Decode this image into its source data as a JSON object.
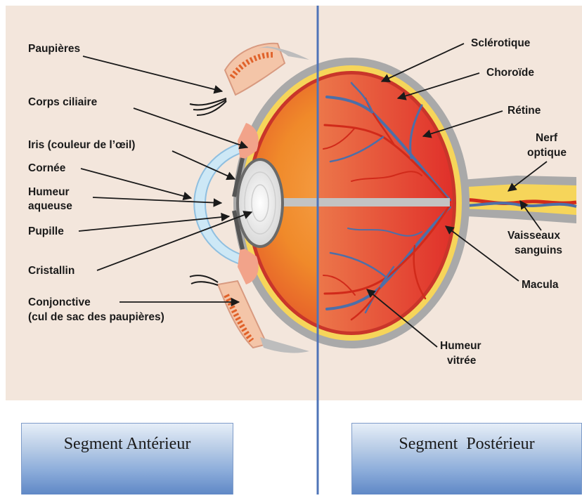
{
  "diagram": {
    "labels_left": {
      "paupieres": "Paupières",
      "corps_ciliaire": "Corps ciliaire",
      "iris": "Iris (couleur de l’œil)",
      "cornee": "Cornée",
      "humeur_aqueuse_1": "Humeur",
      "humeur_aqueuse_2": "aqueuse",
      "pupille": "Pupille",
      "cristallin": "Cristallin",
      "conjonctive_1": "Conjonctive",
      "conjonctive_2": "(cul de sac des paupières)"
    },
    "labels_right": {
      "sclerotique": "Sclérotique",
      "choroide": "Choroïde",
      "retine": "Rétine",
      "nerf_optique_1": "Nerf",
      "nerf_optique_2": "optique",
      "vaisseaux_1": "Vaisseaux",
      "vaisseaux_2": "sanguins",
      "macula": "Macula",
      "humeur_vitree_1": "Humeur",
      "humeur_vitree_2": "vitrée"
    }
  },
  "segments": {
    "anterior": "Segment Antérieur",
    "posterior": "Segment  Postérieur"
  },
  "colors": {
    "background": "#f3e6dc",
    "divider": "#4f74b8",
    "sclera": "#a9a9a9",
    "choroid_yellow": "#f6d55a",
    "globe_orange": "#f08a2a",
    "globe_red": "#e2402a",
    "vein_blue": "#4d6fa8",
    "artery_red": "#d12a1a",
    "cornea_blue": "#cde8f6"
  }
}
